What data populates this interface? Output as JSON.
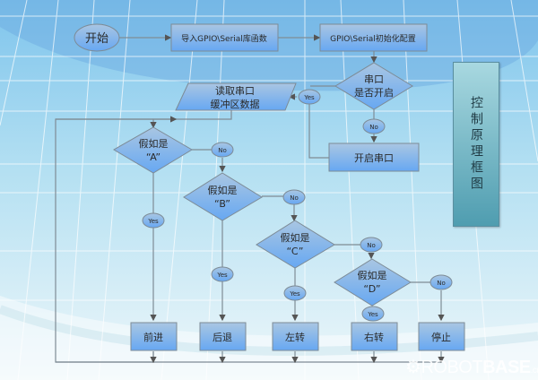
{
  "diagram": {
    "title": "控制原理框图",
    "nodes": {
      "start": "开始",
      "import_lib": "导入GPIO\\Serial库函数",
      "init_config": "GPIO\\Serial初始化配置",
      "serial_check_line1": "串口",
      "serial_check_line2": "是否开启",
      "open_serial": "开启串口",
      "read_line1": "读取串口",
      "read_line2": "缓冲区数据",
      "if_a_line1": "假如是",
      "if_a_line2": "“A”",
      "if_b_line1": "假如是",
      "if_b_line2": "“B”",
      "if_c_line1": "假如是",
      "if_c_line2": "“C”",
      "if_d_line1": "假如是",
      "if_d_line2": "“D”",
      "forward": "前进",
      "backward": "后退",
      "turn_left": "左转",
      "turn_right": "右转",
      "stop": "停止"
    },
    "labels": {
      "yes": "Yes",
      "no": "No"
    },
    "watermark": {
      "brand_thin": "ROBOT",
      "brand_bold": "BASE",
      "suffix": ".cn"
    },
    "colors": {
      "node_top": "#a9c9e6",
      "node_bottom": "#6aaaf0",
      "stroke": "#7d8b96",
      "bg_top": "#7fc7ea",
      "bg_bottom": "#eef7fb"
    }
  }
}
